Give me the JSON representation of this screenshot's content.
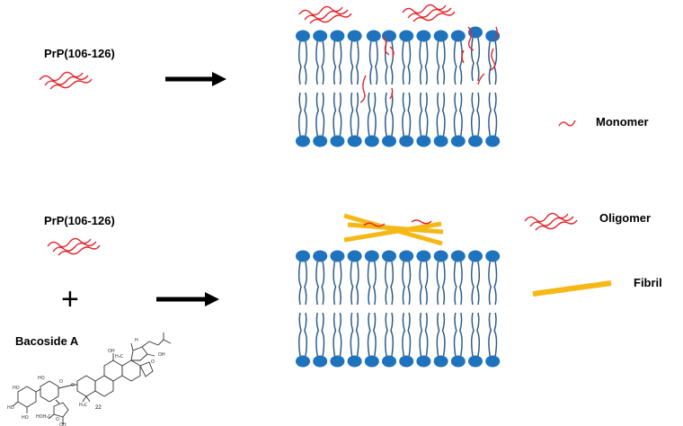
{
  "labels": {
    "prp_top": "PrP(106-126)",
    "prp_bottom": "PrP(106-126)",
    "plus": "+",
    "bacoside": "Bacoside A",
    "monomer": "Monomer",
    "oligomer": "Oligomer",
    "fibril": "Fibril",
    "compound_number": "22"
  },
  "colors": {
    "lipid_head": "#1f73bd",
    "lipid_tail": "#2f5d8a",
    "peptide": "#e3262c",
    "fibril": "#f6b817",
    "arrow": "#000000"
  },
  "membranes": [
    {
      "name": "membrane-top",
      "lipid_count": 12,
      "disrupted_lipids": [
        4,
        10
      ]
    },
    {
      "name": "membrane-bottom",
      "lipid_count": 12,
      "disrupted_lipids": []
    }
  ]
}
